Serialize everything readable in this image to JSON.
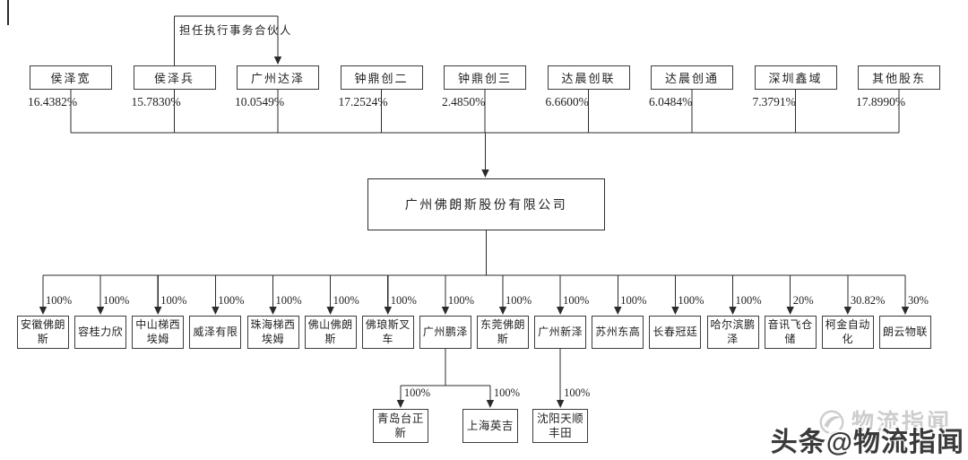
{
  "diagram": {
    "title_none": "",
    "line_color": "#2b2b2b",
    "box_border_color": "#3c3c3c",
    "background_color": "#ffffff"
  },
  "partner_note": {
    "label": "担任执行事务合伙人",
    "from": "侯泽兵",
    "to": "广州达泽"
  },
  "shareholders": [
    {
      "name": "侯泽宽",
      "percent": "16.4382%"
    },
    {
      "name": "侯泽兵",
      "percent": "15.7830%"
    },
    {
      "name": "广州达泽",
      "percent": "10.0549%"
    },
    {
      "name": "钟鼎创二",
      "percent": "17.2524%"
    },
    {
      "name": "钟鼎创三",
      "percent": "2.4850%"
    },
    {
      "name": "达晨创联",
      "percent": "6.6600%"
    },
    {
      "name": "达晨创通",
      "percent": "6.0484%"
    },
    {
      "name": "深圳鑫域",
      "percent": "7.3791%"
    },
    {
      "name": "其他股东",
      "percent": "17.8990%"
    }
  ],
  "parent": {
    "name": "广州佛朗斯股份有限公司"
  },
  "subsidiaries": [
    {
      "name": "安徽佛朗斯",
      "percent": "100%"
    },
    {
      "name": "容桂力欣",
      "percent": "100%"
    },
    {
      "name": "中山梯西埃姆",
      "percent": "100%"
    },
    {
      "name": "威泽有限",
      "percent": "100%"
    },
    {
      "name": "珠海梯西埃姆",
      "percent": "100%"
    },
    {
      "name": "佛山佛朗斯",
      "percent": "100%"
    },
    {
      "name": "佛琅斯叉车",
      "percent": "100%"
    },
    {
      "name": "广州鹏泽",
      "percent": "100%"
    },
    {
      "name": "东莞佛朗斯",
      "percent": "100%"
    },
    {
      "name": "广州新泽",
      "percent": "100%"
    },
    {
      "name": "苏州东高",
      "percent": "100%"
    },
    {
      "name": "长春冠廷",
      "percent": "100%"
    },
    {
      "name": "哈尔滨鹏泽",
      "percent": "100%"
    },
    {
      "name": "音讯飞仓储",
      "percent": "20%"
    },
    {
      "name": "柯金自动化",
      "percent": "30.82%"
    },
    {
      "name": "朗云物联",
      "percent": "30%"
    }
  ],
  "second_tier": [
    {
      "name": "青岛台正新",
      "percent": "100%",
      "parent": "广州鹏泽"
    },
    {
      "name": "上海英吉",
      "percent": "100%",
      "parent": "广州鹏泽"
    },
    {
      "name": "沈阳天顺丰田",
      "percent": "100%",
      "parent": "广州新泽"
    }
  ],
  "watermark": {
    "faint_text": "物流指闻",
    "bold_text": "头条@物流指闻",
    "logo": "wuliuzhiwen-wing-logo",
    "faint_color": "#cdcdcd",
    "bold_color": "#3a3a3a"
  }
}
